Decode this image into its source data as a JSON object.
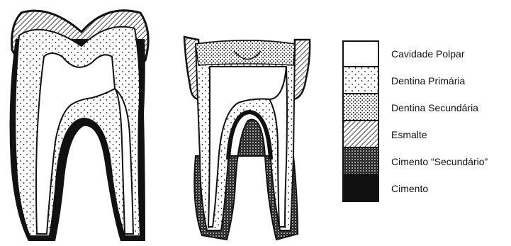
{
  "legend": {
    "items": [
      {
        "key": "cavidade",
        "label": "Cavidade Polpar"
      },
      {
        "key": "primaria",
        "label": "Dentina Primária"
      },
      {
        "key": "secundaria",
        "label": "Dentina Secundária"
      },
      {
        "key": "esmalte",
        "label": "Esmalte"
      },
      {
        "key": "cimento2",
        "label": "Cimento “Secundário”"
      },
      {
        "key": "cimento",
        "label": "Cimento"
      }
    ]
  },
  "colors": {
    "ink": "#111111",
    "background": "#ffffff"
  }
}
